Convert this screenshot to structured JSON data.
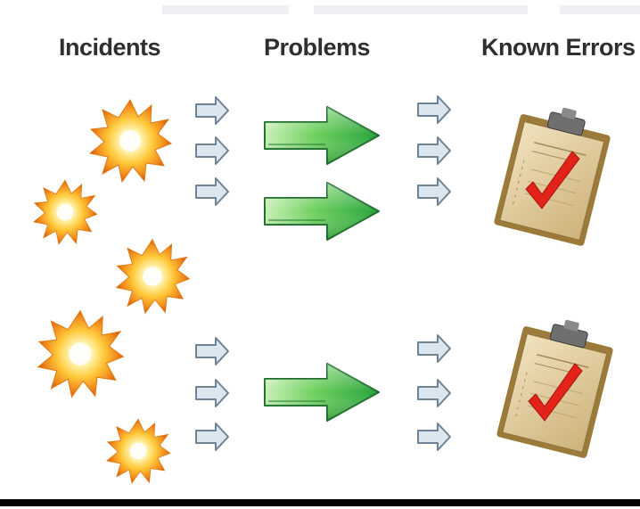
{
  "headers": {
    "incidents": "Incidents",
    "problems": "Problems",
    "known_errors": "Known Errors"
  },
  "icons": {
    "incident": "starburst-icon",
    "small_arrow": "outline-arrow-icon",
    "big_arrow": "green-arrow-icon",
    "known_error": "clipboard-check-icon"
  },
  "colors": {
    "title": "#2f2f2f",
    "burst_outer": "#f08a1c",
    "burst_inner": "#fff6b8",
    "small_arrow_fill": "#d9e4ec",
    "small_arrow_stroke": "#6e8496",
    "big_arrow_start": "#b8eaa4",
    "big_arrow_end": "#27a43a",
    "clipboard": "#d8c08c",
    "check": "#e2231a"
  }
}
